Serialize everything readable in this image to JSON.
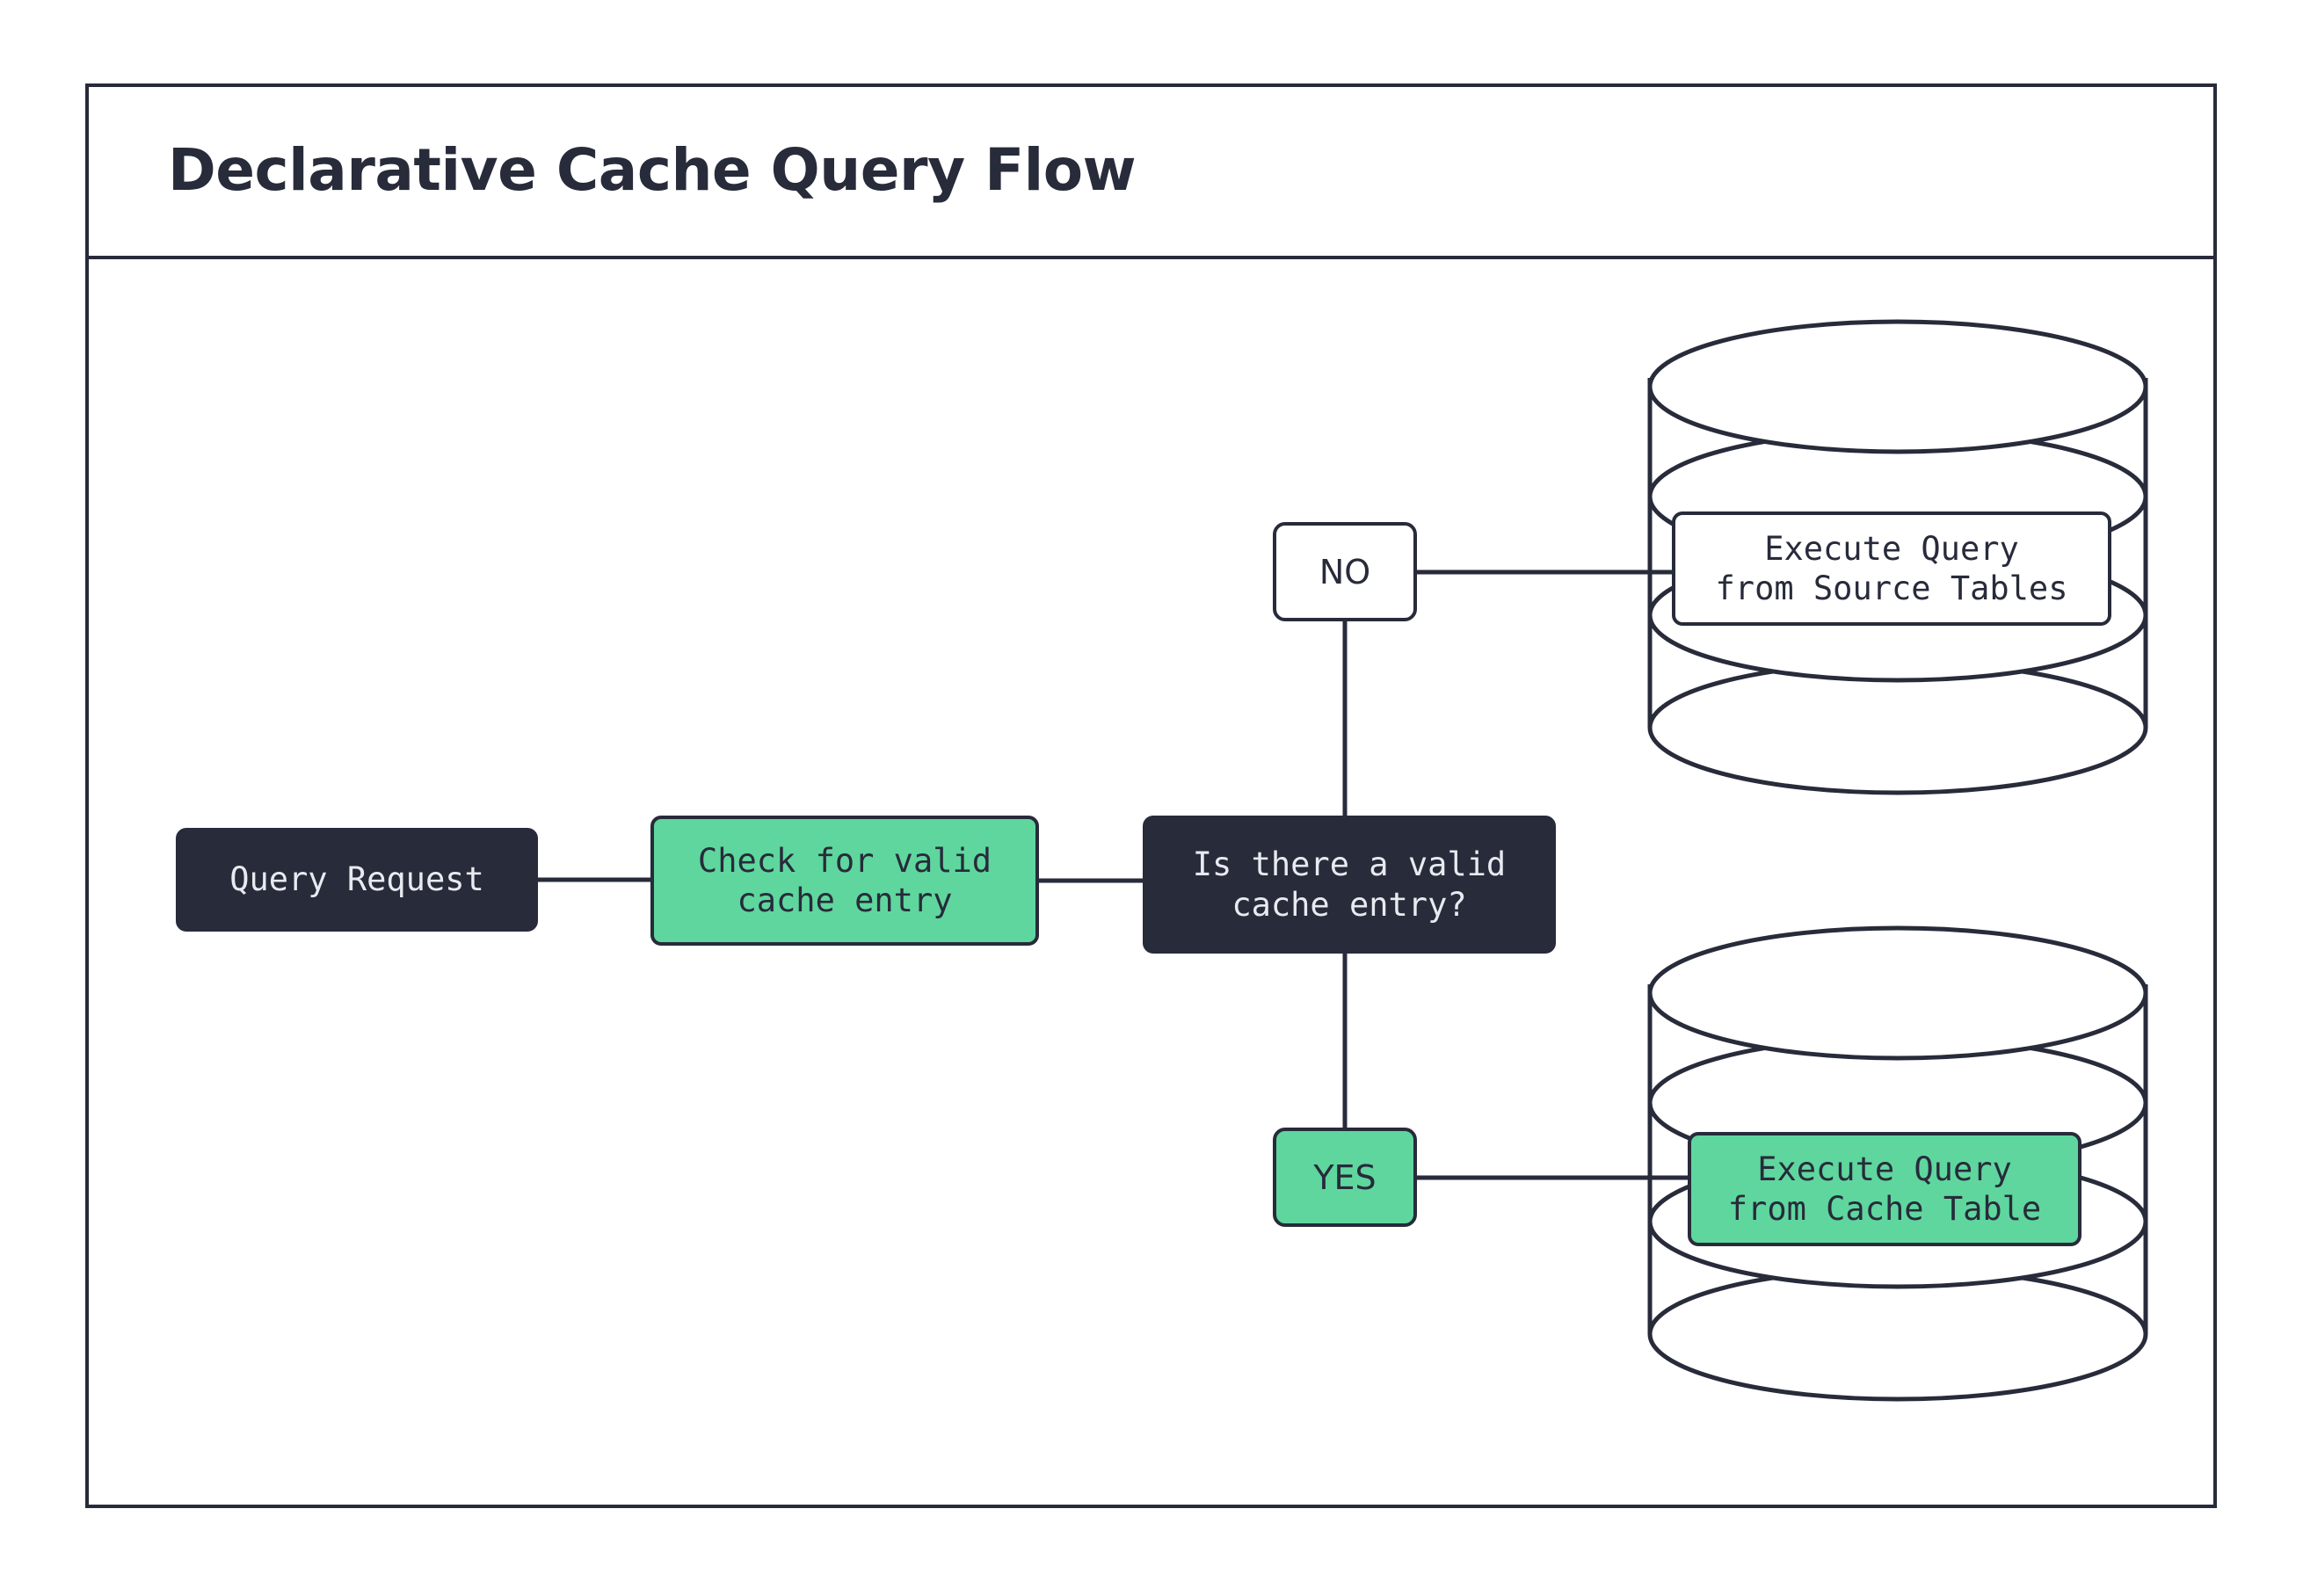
{
  "header": {
    "title": "Declarative Cache Query Flow"
  },
  "colors": {
    "accent_green": "#5fd69e",
    "dark_navy": "#272b3a",
    "background": "#ffffff",
    "light_text": "#e8eaf0"
  },
  "diagram": {
    "type": "flowchart",
    "nodes": [
      {
        "id": "query-request",
        "label": "Query Request",
        "shape": "rounded-rect",
        "style": "dark"
      },
      {
        "id": "check-cache",
        "label": "Check for valid\ncache entry",
        "shape": "rounded-rect",
        "style": "green"
      },
      {
        "id": "decision",
        "label": "Is there a valid\ncache entry?",
        "shape": "rounded-rect",
        "style": "dark"
      },
      {
        "id": "exec-source",
        "label": "Execute Query\nfrom Source Tables",
        "shape": "rounded-rect-on-database",
        "style": "white"
      },
      {
        "id": "exec-cache",
        "label": "Execute Query\nfrom Cache Table",
        "shape": "rounded-rect-on-database",
        "style": "green"
      }
    ],
    "branch_labels": [
      {
        "id": "no",
        "label": "NO",
        "style": "white"
      },
      {
        "id": "yes",
        "label": "YES",
        "style": "green"
      }
    ],
    "databases": [
      {
        "id": "source-tables-db",
        "style": "stacked-cylinder",
        "position": "top-right"
      },
      {
        "id": "cache-table-db",
        "style": "stacked-cylinder",
        "position": "bottom-right"
      }
    ],
    "edges": [
      {
        "from": "query-request",
        "to": "check-cache"
      },
      {
        "from": "check-cache",
        "to": "decision"
      },
      {
        "from": "decision",
        "to": "no"
      },
      {
        "from": "no",
        "to": "exec-source"
      },
      {
        "from": "decision",
        "to": "yes"
      },
      {
        "from": "yes",
        "to": "exec-cache"
      }
    ]
  }
}
